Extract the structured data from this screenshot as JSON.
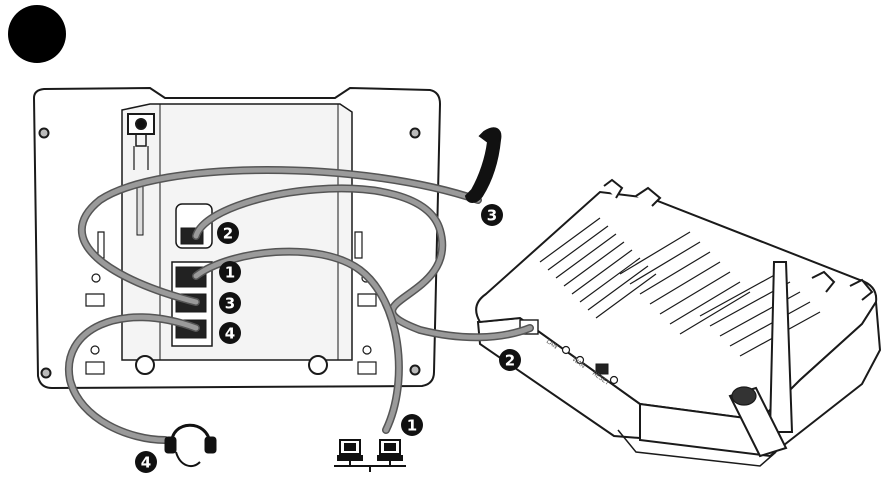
{
  "colors": {
    "outline": "#1a1a1a",
    "cable": "#9a9a9a",
    "cable_edge": "#555555",
    "badge": "#111111",
    "badge_text": "#ffffff",
    "device_fill": "#ffffff",
    "panel_fill": "#f4f4f4"
  },
  "step_badge": {
    "label": ""
  },
  "callouts": {
    "phone_port_lan": "1",
    "phone_port_pc": "2",
    "phone_port_handset": "3",
    "phone_port_headset": "4",
    "handset": "3",
    "router": "2",
    "network": "1",
    "headset": "4"
  },
  "router_ports": {
    "lan": "LAN",
    "wan": "WAN",
    "reset": "RESET"
  },
  "icons": {
    "handset": "telephone-handset-icon",
    "headset": "headset-icon",
    "network": "network-computers-icon",
    "router": "wireless-router-icon"
  }
}
